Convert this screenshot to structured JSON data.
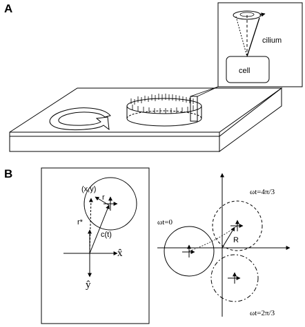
{
  "panel_a": {
    "label": "A",
    "inset": {
      "cilium_label": "cilium",
      "cell_label": "cell"
    }
  },
  "panel_b": {
    "label": "B",
    "left": {
      "point_label": "(x,y)",
      "r_label": "r",
      "rstar_label": "r*",
      "c_label": "c(t)",
      "x_axis_label": "x̂",
      "y_axis_label": "ŷ"
    },
    "right": {
      "t0_label": "ωt=0",
      "t4_label": "ωt=4π/3",
      "t2_label": "ωt=2π/3",
      "R_label": "R"
    }
  }
}
